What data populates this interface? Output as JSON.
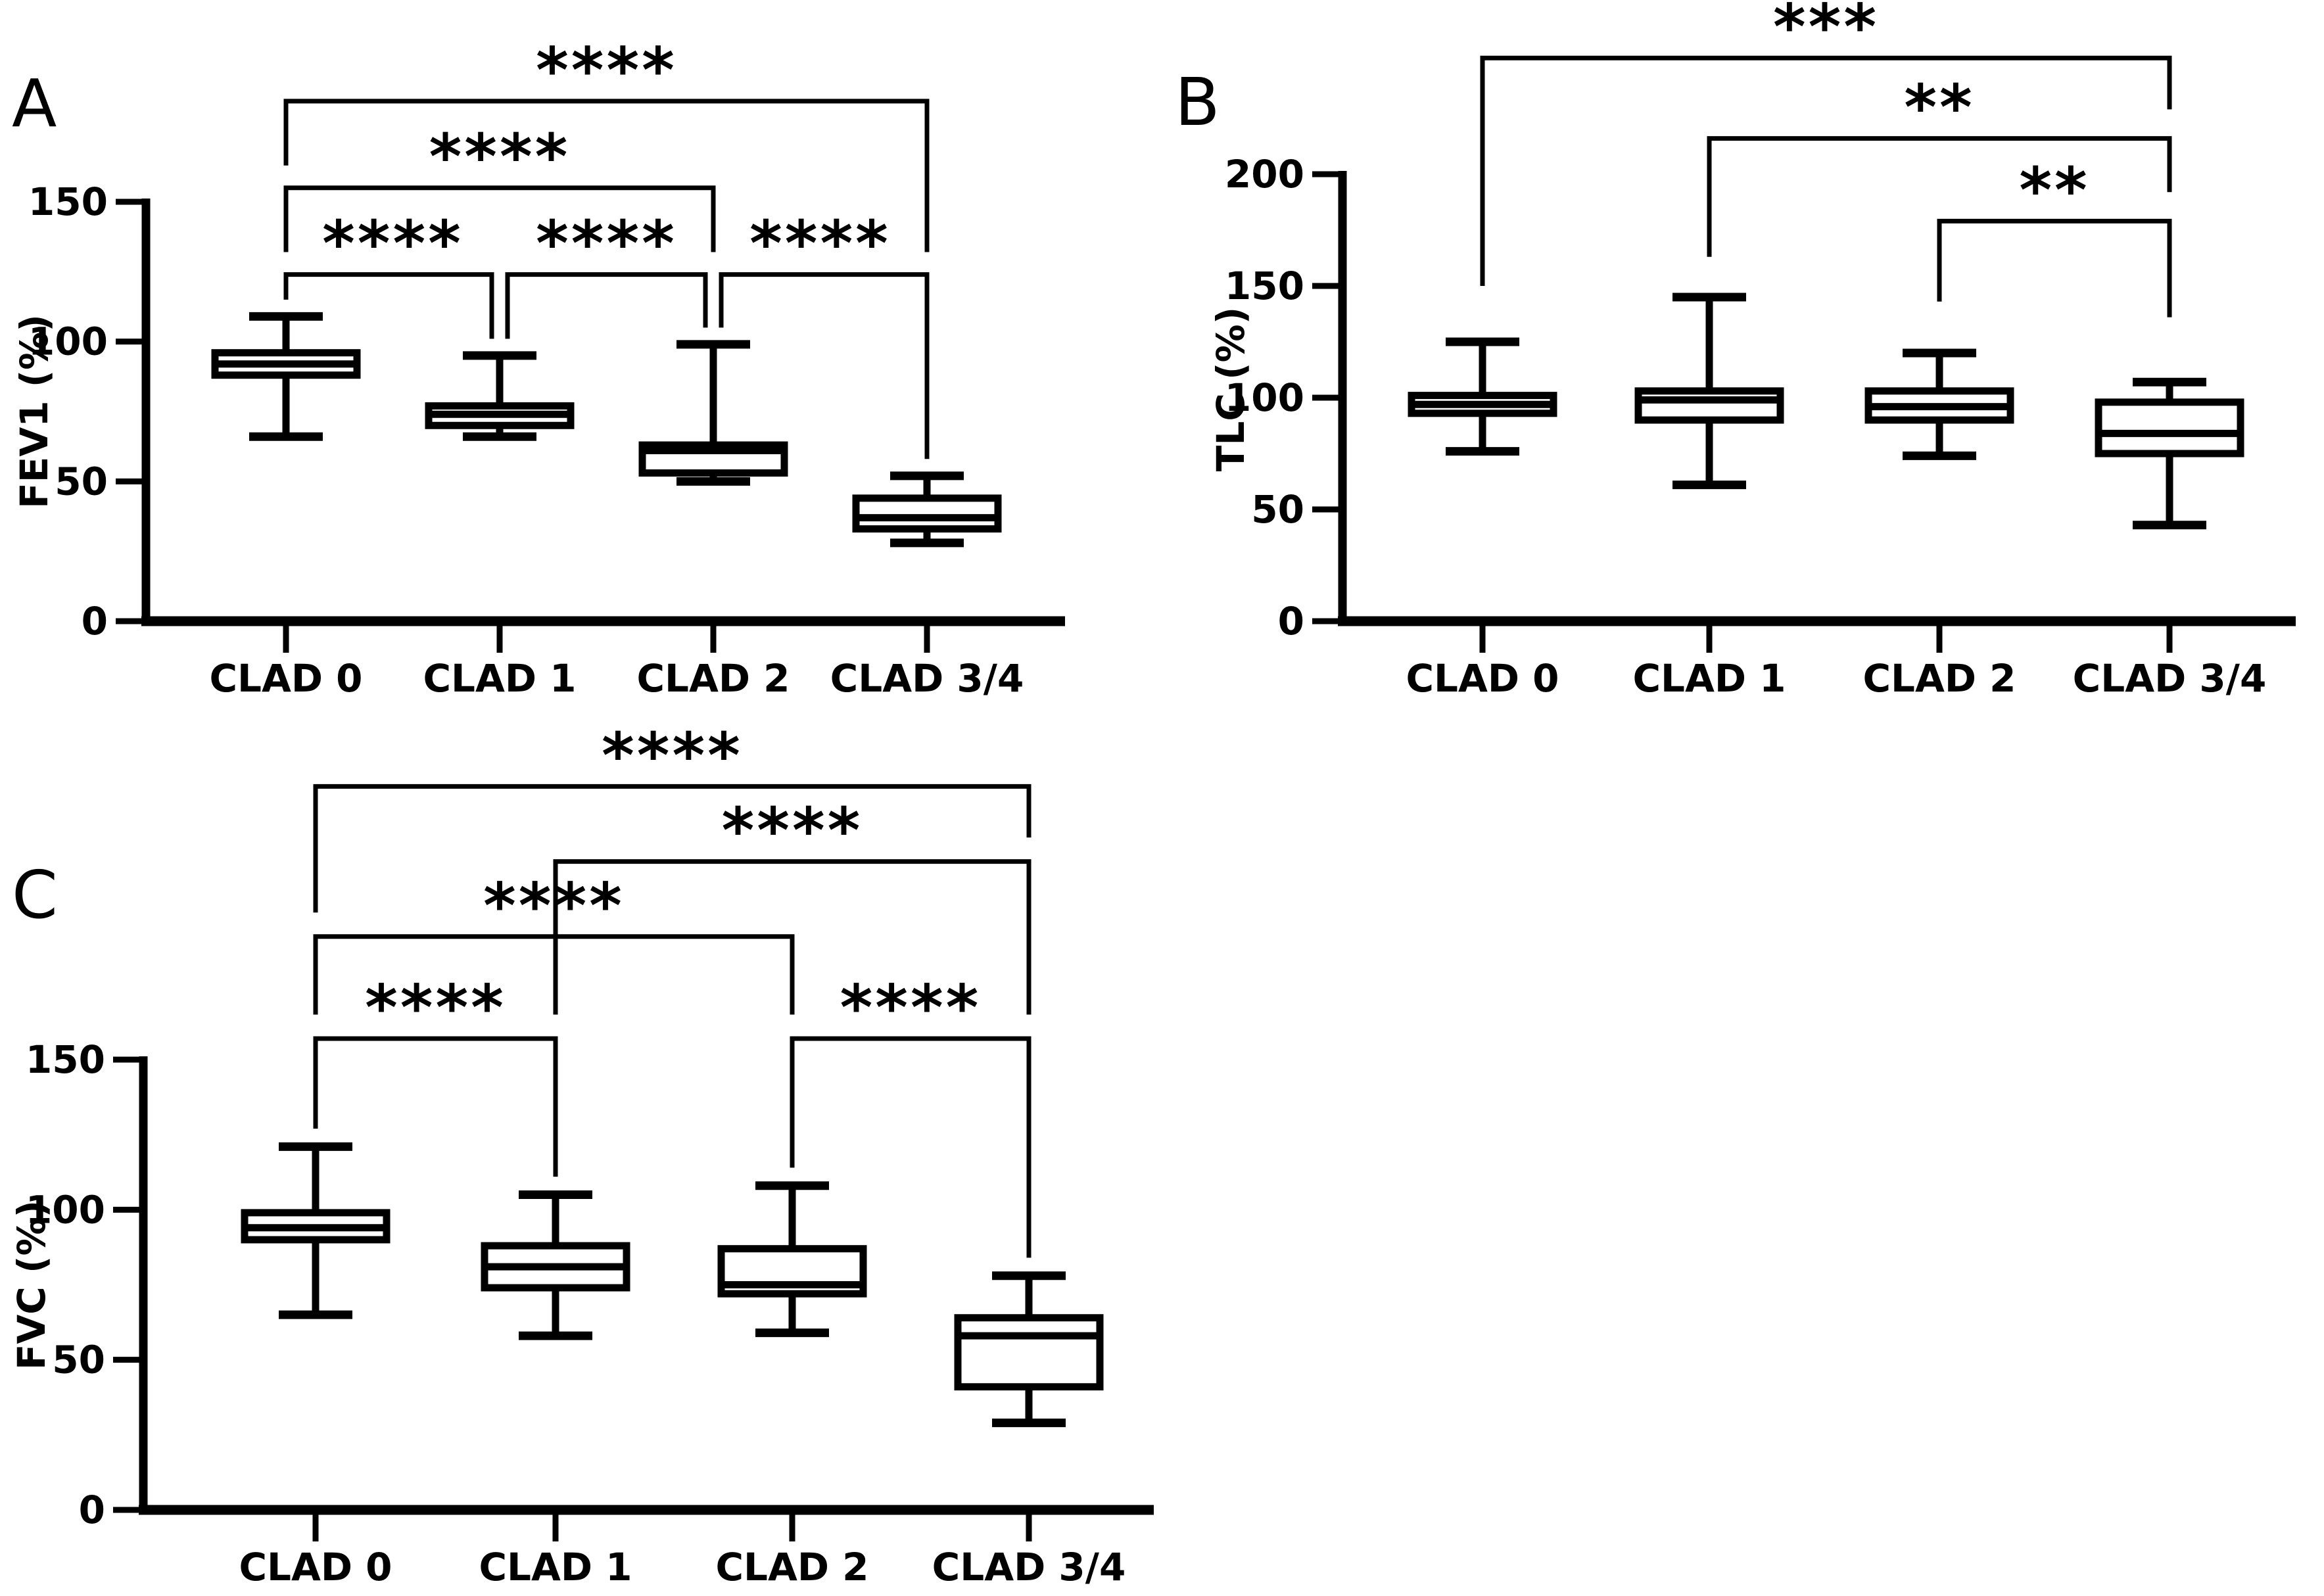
{
  "figure": {
    "background": "#ffffff",
    "ink": "#000000"
  },
  "chart_data": [
    {
      "type": "box",
      "panel_label": "A",
      "ylabel": "FEV1 (%)",
      "categories": [
        "CLAD 0",
        "CLAD 1",
        "CLAD 2",
        "CLAD 3/4"
      ],
      "ylim": [
        0,
        150
      ],
      "yticks": [
        0,
        50,
        100,
        150
      ],
      "grid": false,
      "boxes": [
        {
          "category": "CLAD 0",
          "min": 66,
          "q1": 88,
          "median": 92,
          "q3": 96,
          "max": 109
        },
        {
          "category": "CLAD 1",
          "min": 66,
          "q1": 70,
          "median": 74,
          "q3": 77,
          "max": 95
        },
        {
          "category": "CLAD 2",
          "min": 50,
          "q1": 53,
          "median": 61,
          "q3": 63,
          "max": 99
        },
        {
          "category": "CLAD 3/4",
          "min": 28,
          "q1": 33,
          "median": 37,
          "q3": 44,
          "max": 52
        }
      ],
      "significance": [
        {
          "from": 0,
          "to": 3,
          "label": "****",
          "level": 186,
          "tipL": 163,
          "tipR": 132
        },
        {
          "from": 0,
          "to": 2,
          "label": "****",
          "level": 155,
          "tipL": 132,
          "tipR": 132
        },
        {
          "from": 0,
          "to": 1,
          "label": "****",
          "level": 124,
          "tipL": 115,
          "tipR": 101,
          "dxr": -12
        },
        {
          "from": 1,
          "to": 2,
          "label": "****",
          "level": 124,
          "tipL": 101,
          "tipR": 105,
          "dxl": 12,
          "dxr": -12
        },
        {
          "from": 2,
          "to": 3,
          "label": "****",
          "level": 124,
          "tipL": 105,
          "tipR": 58,
          "dxl": 12
        }
      ]
    },
    {
      "type": "box",
      "panel_label": "B",
      "ylabel": "TLC (%)",
      "categories": [
        "CLAD 0",
        "CLAD 1",
        "CLAD 2",
        "CLAD 3/4"
      ],
      "ylim": [
        0,
        200
      ],
      "yticks": [
        0,
        50,
        100,
        150,
        200
      ],
      "grid": false,
      "boxes": [
        {
          "category": "CLAD 0",
          "min": 76,
          "q1": 93,
          "median": 97,
          "q3": 101,
          "max": 125
        },
        {
          "category": "CLAD 1",
          "min": 61,
          "q1": 90,
          "median": 99,
          "q3": 103,
          "max": 145
        },
        {
          "category": "CLAD 2",
          "min": 74,
          "q1": 90,
          "median": 96,
          "q3": 103,
          "max": 120
        },
        {
          "category": "CLAD 3/4",
          "min": 43,
          "q1": 75,
          "median": 84,
          "q3": 98,
          "max": 107
        }
      ],
      "significance": [
        {
          "from": 0,
          "to": 3,
          "label": "***",
          "level": 252,
          "tipL": 150,
          "tipR": 229
        },
        {
          "from": 1,
          "to": 3,
          "label": "**",
          "level": 216,
          "tipL": 163,
          "tipR": 192
        },
        {
          "from": 2,
          "to": 3,
          "label": "**",
          "level": 179,
          "tipL": 143,
          "tipR": 136
        }
      ]
    },
    {
      "type": "box",
      "panel_label": "C",
      "ylabel": "FVC (%)",
      "categories": [
        "CLAD 0",
        "CLAD 1",
        "CLAD 2",
        "CLAD 3/4"
      ],
      "ylim": [
        0,
        150
      ],
      "yticks": [
        0,
        50,
        100,
        150
      ],
      "grid": false,
      "boxes": [
        {
          "category": "CLAD 0",
          "min": 65,
          "q1": 90,
          "median": 94,
          "q3": 99,
          "max": 121
        },
        {
          "category": "CLAD 1",
          "min": 58,
          "q1": 74,
          "median": 81,
          "q3": 88,
          "max": 105
        },
        {
          "category": "CLAD 2",
          "min": 59,
          "q1": 72,
          "median": 75,
          "q3": 87,
          "max": 108
        },
        {
          "category": "CLAD 3/4",
          "min": 29,
          "q1": 41,
          "median": 58,
          "q3": 64,
          "max": 78
        }
      ],
      "significance": [
        {
          "from": 0,
          "to": 3,
          "label": "****",
          "level": 241,
          "tipL": 199,
          "tipR": 224
        },
        {
          "from": 1,
          "to": 3,
          "label": "****",
          "level": 216,
          "tipL": 165,
          "tipR": 165
        },
        {
          "from": 0,
          "to": 2,
          "label": "****",
          "level": 191,
          "tipL": 165,
          "tipR": 165
        },
        {
          "from": 0,
          "to": 1,
          "label": "****",
          "level": 157,
          "tipL": 127,
          "tipR": 111
        },
        {
          "from": 2,
          "to": 3,
          "label": "****",
          "level": 157,
          "tipL": 114,
          "tipR": 84
        }
      ]
    }
  ]
}
